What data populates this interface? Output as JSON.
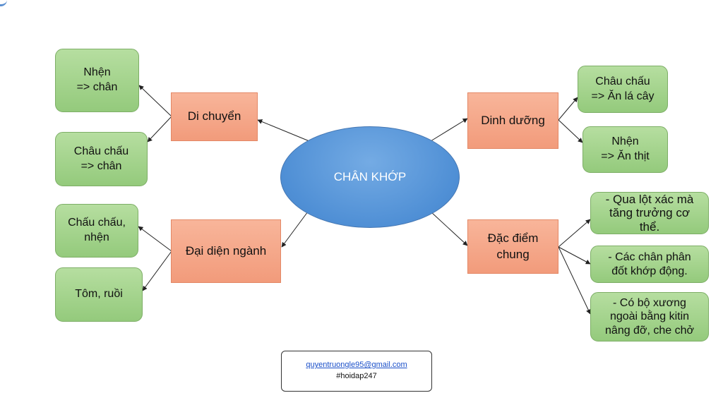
{
  "center": {
    "label": "CHÂN KHỚP"
  },
  "branches": {
    "move": "Di chuyển",
    "nutrition": "Dinh dưỡng",
    "representatives": "Đại diện ngành",
    "features": "Đặc điểm\nchung"
  },
  "leaves": {
    "move_spider": "Nhện\n=> chân",
    "move_grasshopper": "Châu chấu\n=> chân",
    "nutrition_grasshopper": "Châu chấu\n=> Ăn lá cây",
    "nutrition_spider": "Nhện\n=> Ăn thịt",
    "rep_grasshopper_spider": "Chấu chấu,\nnhện",
    "rep_shrimp_fly": "Tôm, ruồi",
    "feat_molting": "- Qua lột xác mà\ntăng trưởng cơ\nthể.",
    "feat_legs": "- Các chân phân\nđốt khớp động.",
    "feat_skeleton": "- Có bộ xương\nngoài bằng kitin\nnâng đỡ, che chở"
  },
  "footer": {
    "email": "quyentruongle95@gmail.com",
    "tag": "#hoidap247"
  },
  "colors": {
    "center_fill": "#5b9bd5",
    "branch_fill": "#f4a284",
    "leaf_fill": "#a5d48f",
    "line": "#222222"
  }
}
